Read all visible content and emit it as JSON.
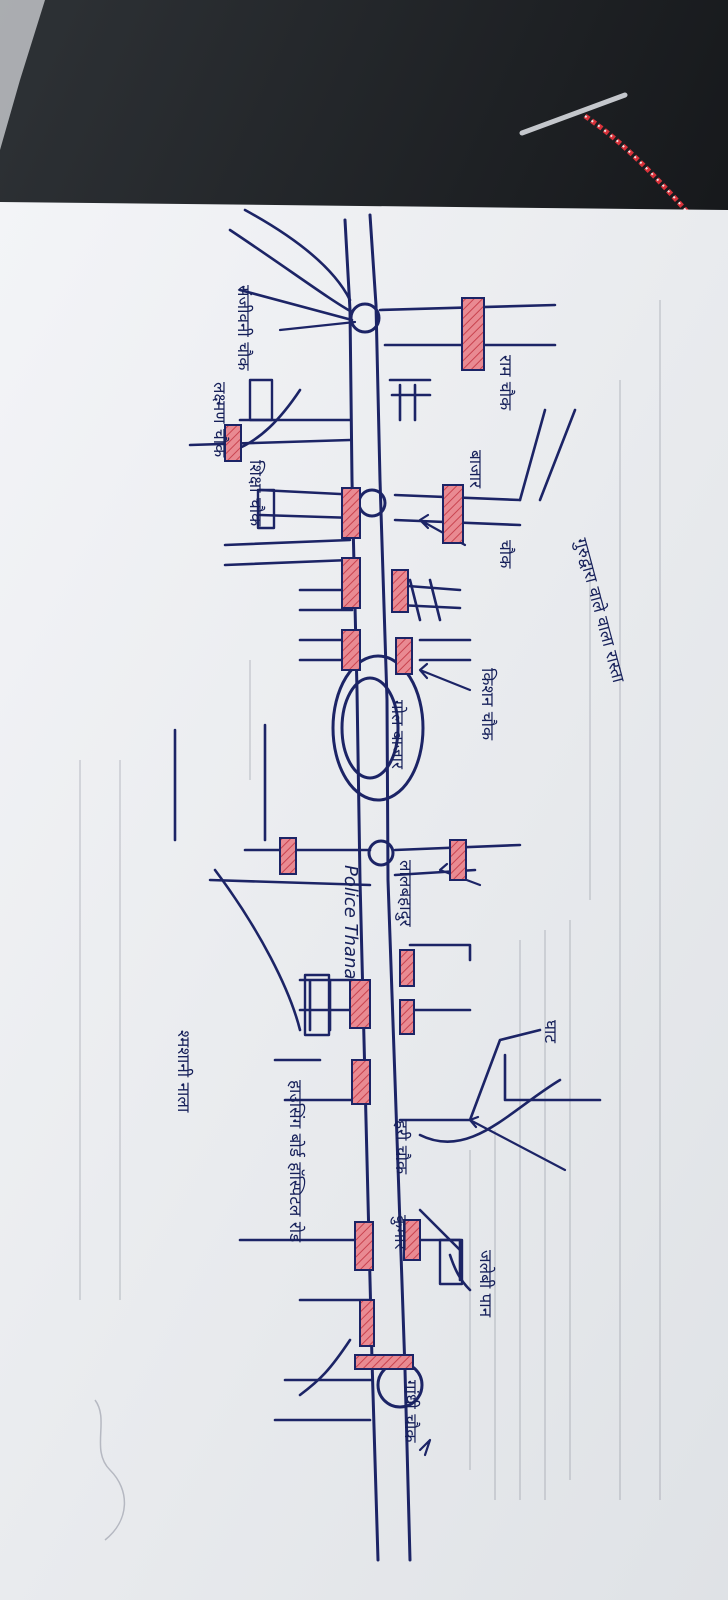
{
  "colors": {
    "background_dark": "#1a1a1c",
    "paper": "#eef0f3",
    "ink": "#1c2466",
    "highlight": "#e07f86"
  },
  "map": {
    "labels": [
      {
        "id": "label-temple-ram",
        "text": "राम चौक"
      },
      {
        "id": "label-market",
        "text": "बाजार"
      },
      {
        "id": "label-karmanchi-chowk",
        "text": "चौक"
      },
      {
        "id": "label-gurudwara",
        "text": "गुरुद्वारा वाले वाला रास्ता"
      },
      {
        "id": "label-kishan-chowk",
        "text": "किशन चौक"
      },
      {
        "id": "label-golbazar",
        "text": "गोल बाजार"
      },
      {
        "id": "label-sanjivani-chowk",
        "text": "संजीवनी चौक"
      },
      {
        "id": "label-laxman-chowk",
        "text": "लक्ष्मण चौक"
      },
      {
        "id": "label-shiksha-chowk",
        "text": "शिक्षा चौक"
      },
      {
        "id": "label-lalbahadur",
        "text": "लालबहादुर"
      },
      {
        "id": "label-police-thana",
        "text": "Police Thana"
      },
      {
        "id": "label-ghat",
        "text": "घाट"
      },
      {
        "id": "label-shamli-nala",
        "text": "श्मशानी नाला"
      },
      {
        "id": "label-hospital-road",
        "text": "हाउसिंग बोर्ड हॉस्पिटल रोड"
      },
      {
        "id": "label-hari-chowk",
        "text": "हरी चौक"
      },
      {
        "id": "label-kumar",
        "text": "कुमार"
      },
      {
        "id": "label-jalebi-pan",
        "text": "जलेबी पान"
      },
      {
        "id": "label-gandhi-chowk",
        "text": "गांधी चौक"
      }
    ]
  }
}
